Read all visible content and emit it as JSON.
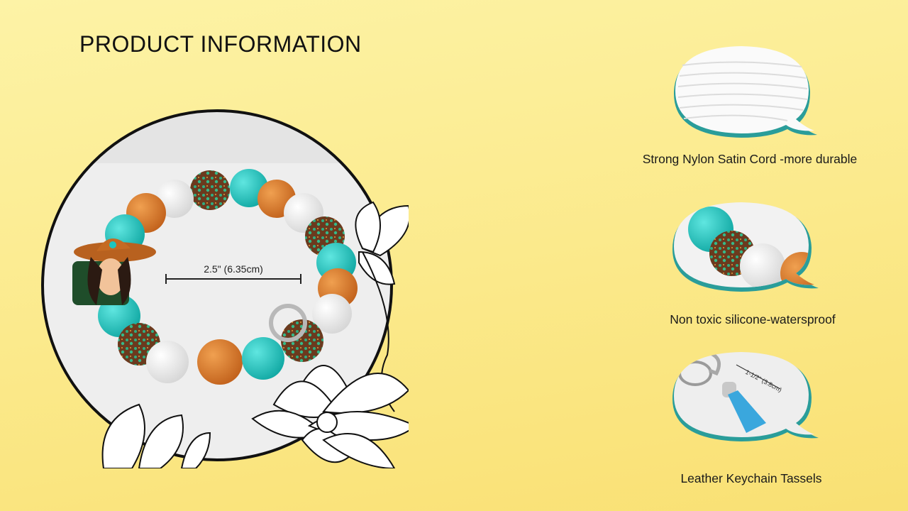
{
  "page": {
    "title": "PRODUCT INFORMATION",
    "background_color": "#fbe98a",
    "accent_color": "#2a9d9a"
  },
  "main_image": {
    "alt": "Beaded silicone wristlet keychain with cowgirl charm",
    "measurement_label": "2.5\" (6.35cm)",
    "bead_colors": {
      "turquoise": "#1cc6c0",
      "orange": "#d9792a",
      "white": "#f4f4f4",
      "leopard": "#6b3a1e"
    }
  },
  "features": [
    {
      "name": "nylon-cord",
      "image_alt": "White nylon satin cord spool",
      "caption": "Strong Nylon Satin Cord -more durable"
    },
    {
      "name": "silicone-beads",
      "image_alt": "Silicone beads close-up",
      "caption": "Non toxic silicone-watersproof"
    },
    {
      "name": "tassel",
      "image_alt": "Blue leather tassel on keychain clasp",
      "image_label": "1-1/2\" (3.8cm)",
      "caption": "Leather Keychain Tassels"
    }
  ]
}
